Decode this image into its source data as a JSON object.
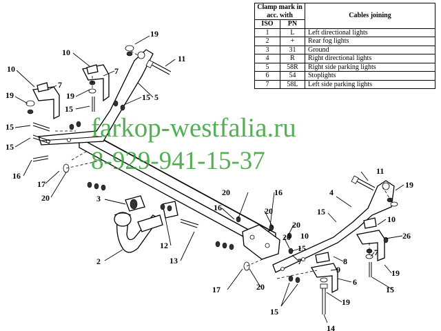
{
  "table": {
    "header_clamp": "Clamp mark in acc. with",
    "header_cables": "Cables joining",
    "header_iso": "ISO",
    "header_pn": "PN",
    "rows": [
      {
        "iso": "1",
        "pn": "L",
        "cable": "Left directional lights"
      },
      {
        "iso": "2",
        "pn": "+",
        "cable": "Rear fog lights"
      },
      {
        "iso": "3",
        "pn": "31",
        "cable": "Ground"
      },
      {
        "iso": "4",
        "pn": "R",
        "cable": "Right directional lights"
      },
      {
        "iso": "5",
        "pn": "58R",
        "cable": "Right side parking lights"
      },
      {
        "iso": "6",
        "pn": "54",
        "cable": "Stoplights"
      },
      {
        "iso": "7",
        "pn": "58L",
        "cable": "Left side parking lights"
      }
    ]
  },
  "watermark": {
    "site": "farkop-westfalia.ru",
    "phone": "8-929-941-15-37"
  },
  "callouts": {
    "n19": "19",
    "n10": "10",
    "n7": "7",
    "n11": "11",
    "n5": "5",
    "n15": "15",
    "n16": "16",
    "n17": "17",
    "n20": "20",
    "n3": "3",
    "n2": "2",
    "n12": "12",
    "n13": "13",
    "n4": "4",
    "n26": "26",
    "n8": "8",
    "n9": "9",
    "n6": "6",
    "n14": "14"
  },
  "colors": {
    "watermark": "#2e9e2e",
    "line": "#000000"
  }
}
